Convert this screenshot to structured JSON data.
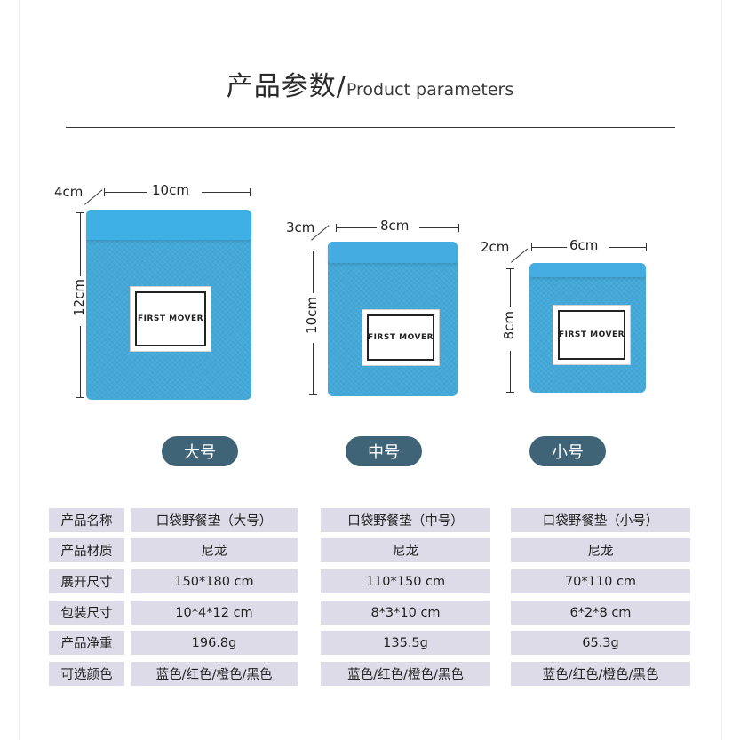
{
  "header": {
    "title_zh": "产品参数",
    "title_sep": "/",
    "title_en": "Product parameters"
  },
  "products": [
    {
      "label_text": "FIRST MOVER",
      "depth": "4cm",
      "width": "10cm",
      "height": "12cm",
      "size_badge": "大号"
    },
    {
      "label_text": "FIRST MOVER",
      "depth": "3cm",
      "width": "8cm",
      "height": "10cm",
      "size_badge": "中号"
    },
    {
      "label_text": "FIRST MOVER",
      "depth": "2cm",
      "width": "6cm",
      "height": "8cm",
      "size_badge": "小号"
    }
  ],
  "colors": {
    "pack_blue": "#43a9d9",
    "badge": "#3f6477",
    "cell_bg": "#dcdbe7"
  },
  "table": {
    "rows": [
      {
        "label": "产品名称",
        "values": [
          "口袋野餐垫（大号）",
          "口袋野餐垫（中号）",
          "口袋野餐垫（小号）"
        ]
      },
      {
        "label": "产品材质",
        "values": [
          "尼龙",
          "尼龙",
          "尼龙"
        ]
      },
      {
        "label": "展开尺寸",
        "values": [
          "150*180 cm",
          "110*150 cm",
          "70*110 cm"
        ]
      },
      {
        "label": "包装尺寸",
        "values": [
          "10*4*12 cm",
          "8*3*10 cm",
          "6*2*8 cm"
        ]
      },
      {
        "label": "产品净重",
        "values": [
          "196.8g",
          "135.5g",
          "65.3g"
        ]
      },
      {
        "label": "可选颜色",
        "values": [
          "蓝色/红色/橙色/黑色",
          "蓝色/红色/橙色/黑色",
          "蓝色/红色/橙色/黑色"
        ]
      }
    ]
  }
}
